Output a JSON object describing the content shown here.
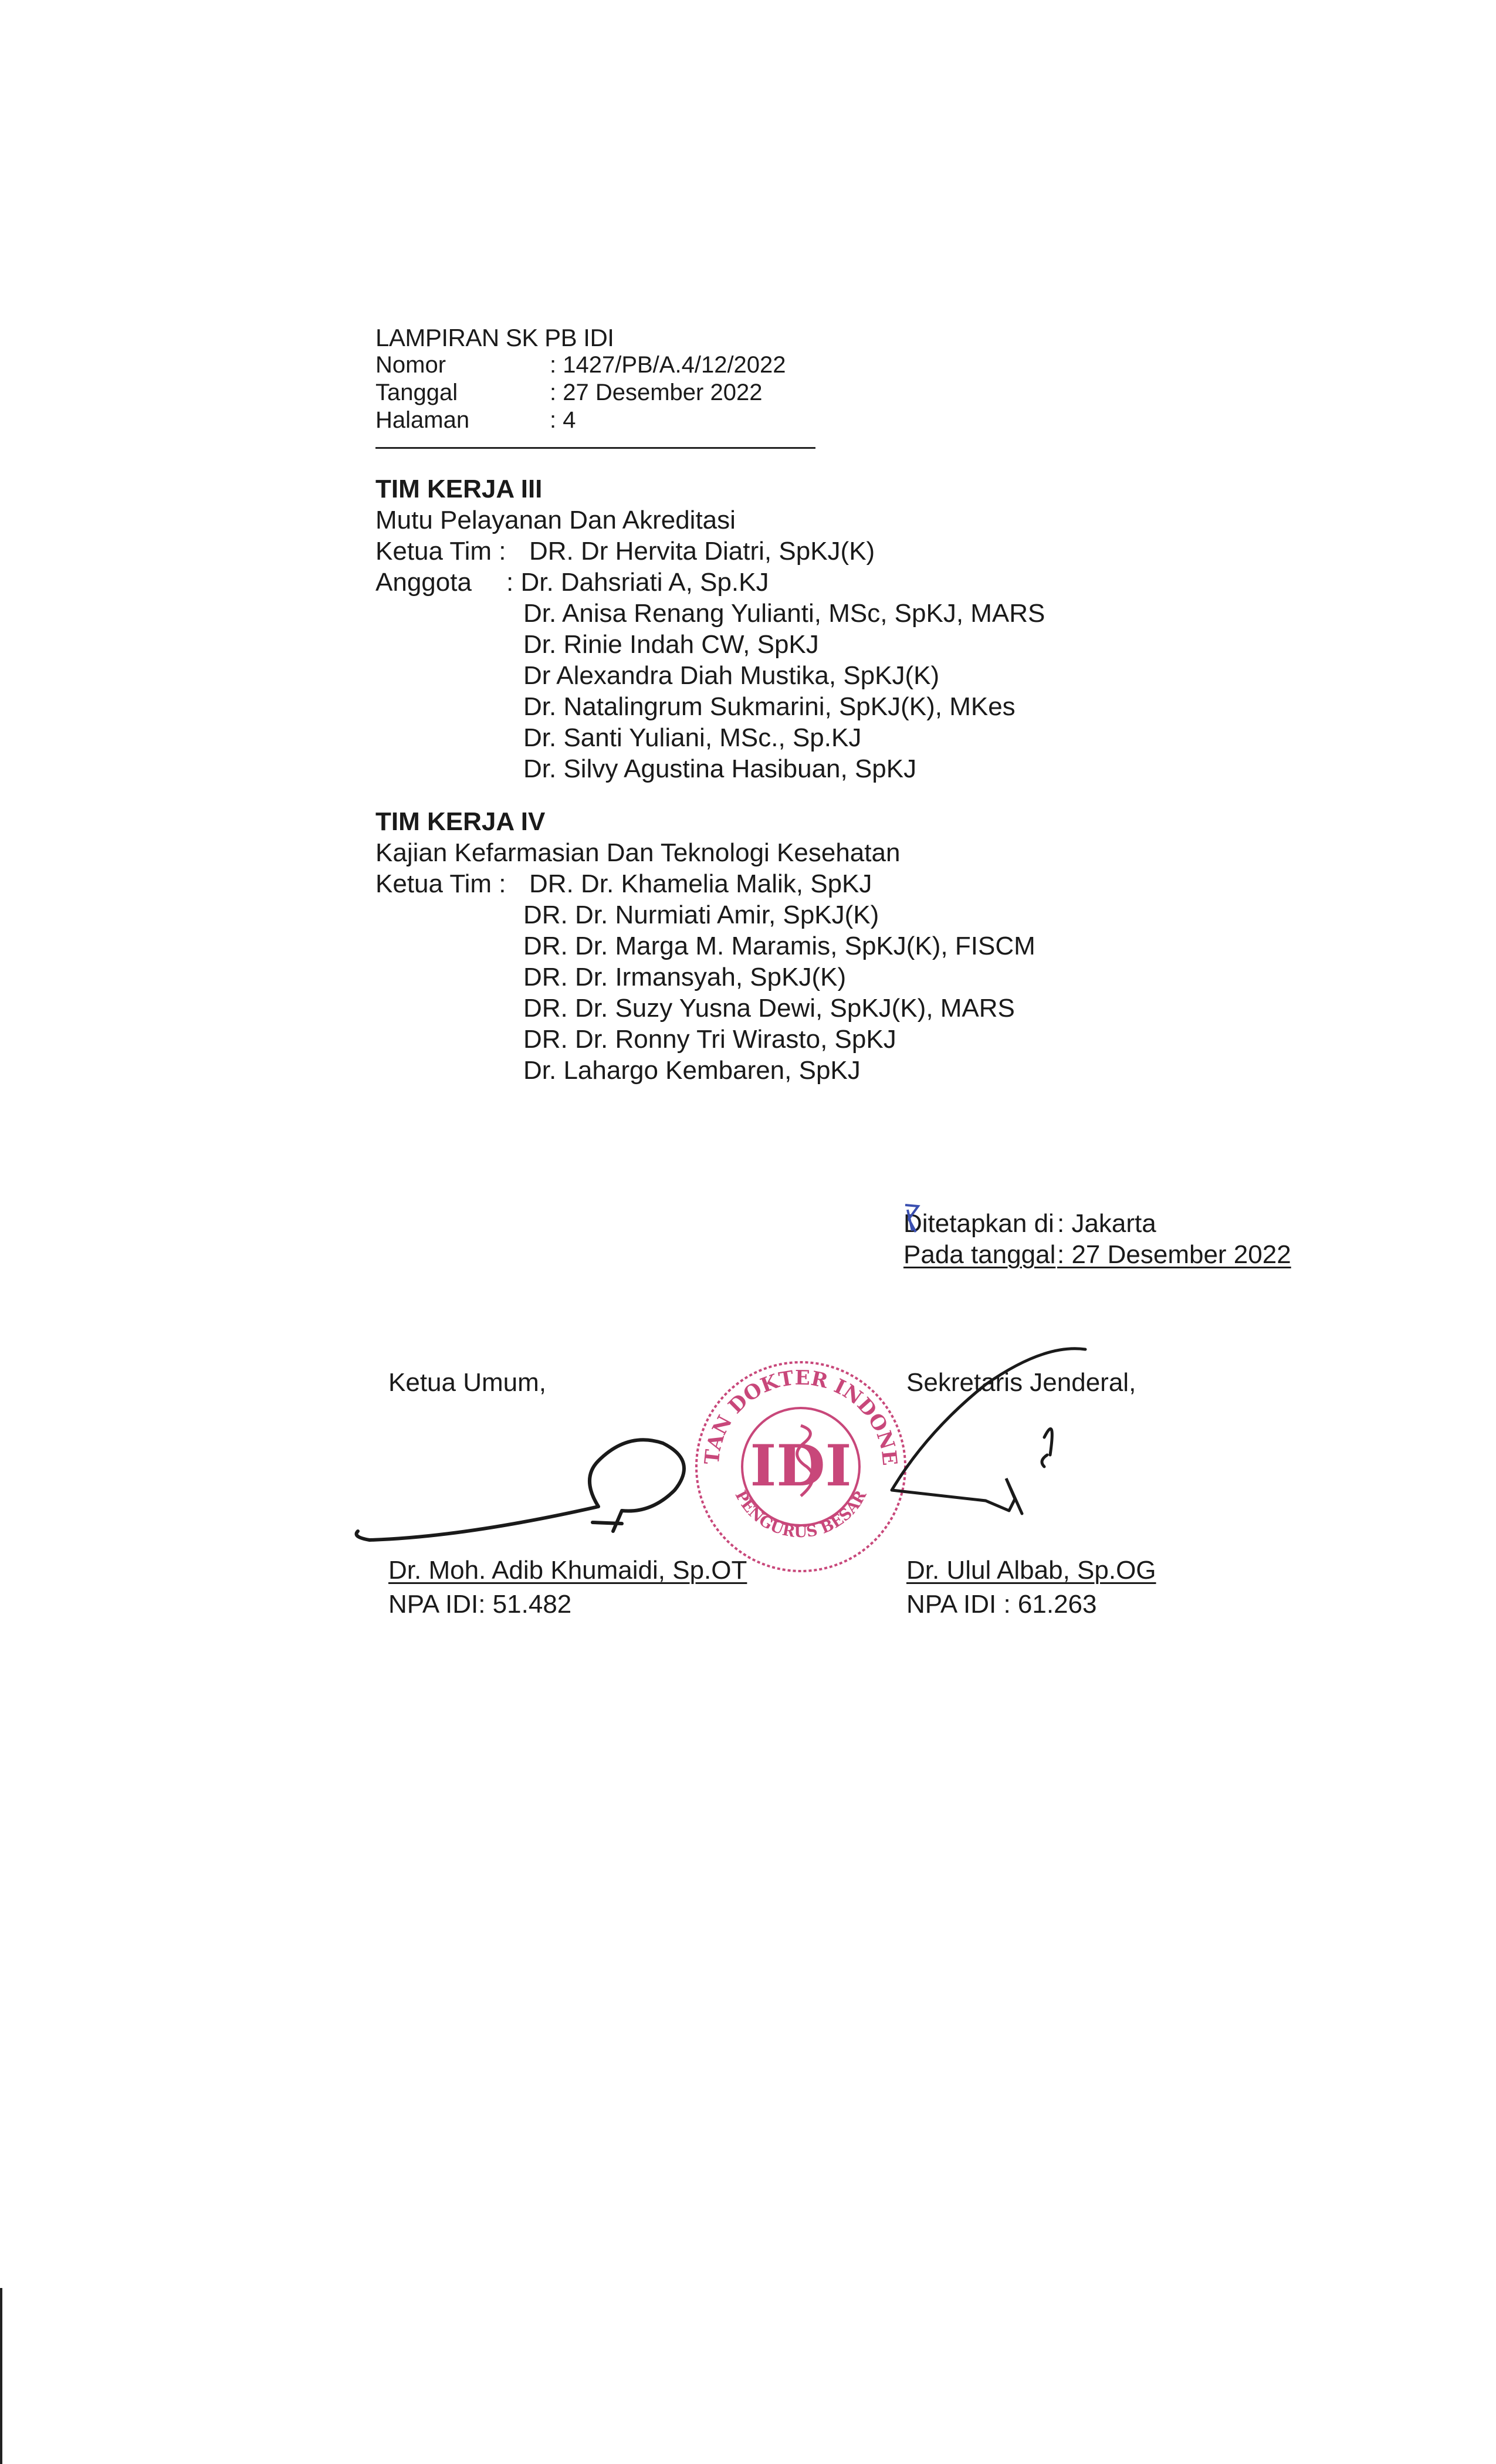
{
  "header": {
    "title": "LAMPIRAN SK PB IDI",
    "rows": [
      {
        "label": "Nomor",
        "value": ": 1427/PB/A.4/12/2022"
      },
      {
        "label": "Tanggal",
        "value": ": 27 Desember 2022"
      },
      {
        "label": "Halaman",
        "value": ": 4"
      }
    ]
  },
  "team3": {
    "title": "TIM KERJA III",
    "subtitle": "Mutu Pelayanan Dan Akreditasi",
    "ketua_label": "Ketua Tim :",
    "ketua": "DR. Dr Hervita Diatri, SpKJ(K)",
    "anggota_label": "Anggota",
    "anggota_first": ": Dr. Dahsriati A, Sp.KJ",
    "members": [
      "Dr. Anisa Renang Yulianti, MSc, SpKJ, MARS",
      "Dr. Rinie Indah CW, SpKJ",
      "Dr Alexandra Diah Mustika, SpKJ(K)",
      "Dr. Natalingrum Sukmarini, SpKJ(K), MKes",
      "Dr. Santi Yuliani, MSc., Sp.KJ",
      "Dr. Silvy Agustina Hasibuan, SpKJ"
    ]
  },
  "team4": {
    "title": "TIM KERJA IV",
    "subtitle": "Kajian Kefarmasian Dan Teknologi Kesehatan",
    "ketua_label": "Ketua Tim :",
    "ketua": "DR. Dr. Khamelia Malik, SpKJ",
    "members": [
      "DR. Dr. Nurmiati Amir, SpKJ(K)",
      "DR. Dr. Marga M. Maramis, SpKJ(K), FISCM",
      "DR. Dr. Irmansyah, SpKJ(K)",
      "DR. Dr. Suzy Yusna Dewi, SpKJ(K), MARS",
      "DR. Dr. Ronny Tri Wirasto, SpKJ",
      "Dr. Lahargo Kembaren, SpKJ"
    ]
  },
  "place_date": {
    "place_label": "Ditetapkan di",
    "place_value": ": Jakarta",
    "date_label": "Pada tanggal",
    "date_value": ": 27 Desember 2022"
  },
  "signatories": {
    "left": {
      "role": "Ketua Umum,",
      "name": "Dr. Moh. Adib Khumaidi, Sp.OT",
      "npa": "NPA IDI: 51.482"
    },
    "right": {
      "role": "Sekretaris Jenderal,",
      "name": "Dr. Ulul Albab, Sp.OG",
      "npa": "NPA IDI : 61.263"
    }
  },
  "seal": {
    "top_text": "IKATAN DOKTER INDONESIA",
    "bottom_text": "PENGURUS BESAR",
    "center_text": "IDI",
    "color": "#c8477a"
  }
}
